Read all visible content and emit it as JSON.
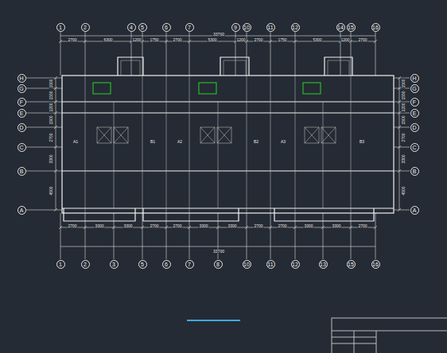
{
  "diagram": {
    "nodes": [
      {
        "text": [
          "1"
        ]
      },
      {
        "text": [
          "2"
        ]
      },
      {
        "text": [
          "4"
        ]
      },
      {
        "text": [
          "5"
        ]
      },
      {
        "text": [
          "6"
        ]
      },
      {
        "text": [
          "7"
        ]
      },
      {
        "text": [
          "9"
        ]
      },
      {
        "text": [
          "10"
        ]
      },
      {
        "text": [
          "11"
        ]
      },
      {
        "text": [
          "12"
        ]
      },
      {
        "text": [
          "14"
        ]
      },
      {
        "text": [
          "15"
        ]
      },
      {
        "text": [
          "16"
        ]
      },
      {
        "text": [
          "H"
        ]
      },
      {
        "text": [
          "G"
        ]
      },
      {
        "text": [
          "F"
        ]
      },
      {
        "text": [
          "E"
        ]
      },
      {
        "text": [
          "D"
        ]
      },
      {
        "text": [
          "C"
        ]
      },
      {
        "text": [
          "B"
        ]
      },
      {
        "text": [
          "A"
        ]
      },
      {
        "text": [
          "H"
        ]
      },
      {
        "text": [
          "G"
        ]
      },
      {
        "text": [
          "F"
        ]
      },
      {
        "text": [
          "E"
        ]
      },
      {
        "text": [
          "D"
        ]
      },
      {
        "text": [
          "C"
        ]
      },
      {
        "text": [
          "B"
        ]
      },
      {
        "text": [
          "A"
        ]
      },
      {
        "text": [
          "1"
        ]
      },
      {
        "text": [
          "2"
        ]
      },
      {
        "text": [
          "3"
        ]
      },
      {
        "text": [
          "5"
        ]
      },
      {
        "text": [
          "6"
        ]
      },
      {
        "text": [
          "7"
        ]
      },
      {
        "text": [
          "8"
        ]
      },
      {
        "text": [
          "10"
        ]
      },
      {
        "text": [
          "11"
        ]
      },
      {
        "text": [
          "12"
        ]
      },
      {
        "text": [
          "13"
        ]
      },
      {
        "text": [
          "15"
        ]
      },
      {
        "text": [
          "16"
        ]
      }
    ],
    "labels": [
      "2700",
      "6300",
      "1200",
      "1750",
      "2700",
      "5300",
      "1200",
      "2700",
      "1750",
      "5300",
      "1200",
      "2700",
      "33700",
      "2700",
      "3300",
      "3300",
      "2700",
      "2700",
      "3300",
      "3300",
      "2700",
      "2700",
      "3300",
      "3300",
      "2700",
      "33700",
      "1500",
      "1550",
      "1200",
      "1500",
      "2700",
      "3300",
      "4500",
      "1500",
      "1550",
      "1200",
      "1500",
      "2700",
      "3300",
      "4500",
      "A1",
      "B1",
      "A2",
      "B2",
      "A3",
      "B3"
    ]
  }
}
